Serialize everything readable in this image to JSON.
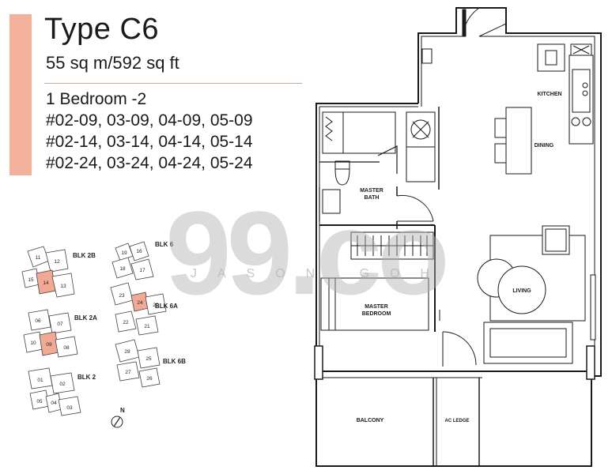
{
  "header": {
    "title": "Type C6",
    "size": "55 sq m/592 sq ft",
    "unit_type": "1 Bedroom -2",
    "unit_lines": [
      "#02-09, 03-09, 04-09, 05-09",
      "#02-14, 03-14, 04-14, 05-14",
      "#02-24, 03-24, 04-24, 05-24"
    ]
  },
  "colors": {
    "accent": "#f3b19c",
    "highlight": "#f2a994",
    "watermark": "#b0b0b0",
    "line": "#1a1a1a"
  },
  "watermark": {
    "logo": "99.co",
    "sub": "JASON GOH"
  },
  "rooms": {
    "kitchen": "KITCHEN",
    "dining": "DINING",
    "master_bath": [
      "MASTER",
      "BATH"
    ],
    "master_bedroom": [
      "MASTER",
      "BEDROOM"
    ],
    "living": "LIVING",
    "balcony": "BALCONY",
    "ac_ledge": "AC LEDGE"
  },
  "keyplan": {
    "blocks": [
      "BLK 2B",
      "BLK 6",
      "BLK 6A",
      "BLK 2A",
      "BLK 6B",
      "BLK 2"
    ],
    "units": [
      "11",
      "12",
      "15",
      "14",
      "13",
      "19",
      "16",
      "18",
      "17",
      "23",
      "24",
      "20",
      "06",
      "07",
      "22",
      "21",
      "10",
      "09",
      "08",
      "28",
      "25",
      "27",
      "26",
      "01",
      "02",
      "05",
      "04",
      "03"
    ],
    "north": "N"
  }
}
